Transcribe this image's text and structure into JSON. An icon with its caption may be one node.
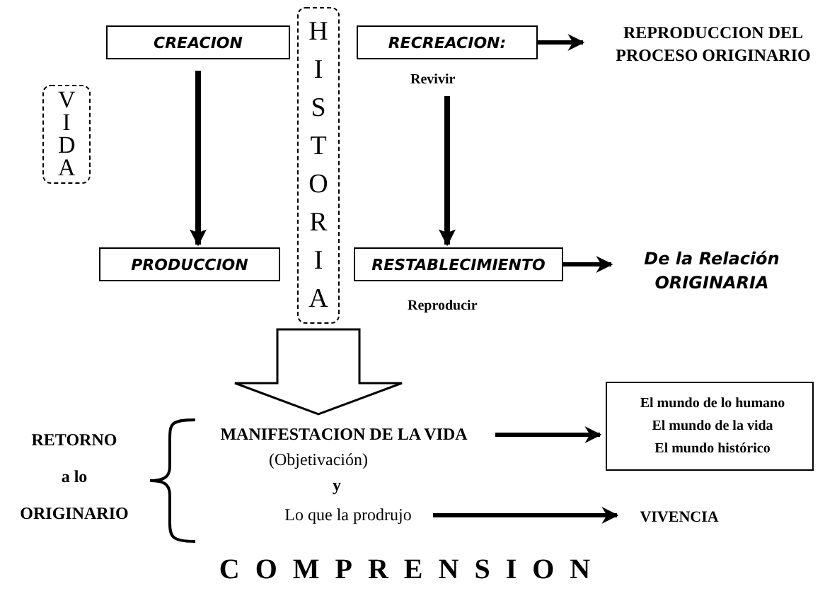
{
  "diagram": {
    "caption": "COMPRENSION",
    "nodes": [
      {
        "text": [
          "CREACION"
        ]
      },
      {
        "text": [
          "HISTORIA"
        ]
      },
      {
        "text": [
          "RECREACION:"
        ],
        "beside": [
          "Revivir"
        ]
      },
      {
        "text": [
          "REPRODUCCION DEL PROCESO ORIGINARIO"
        ]
      },
      {
        "text": [
          "VIDA"
        ]
      },
      {
        "text": [
          "PRODUCCION"
        ]
      },
      {
        "text": [
          "RESTABLECIMIENTO"
        ],
        "beside": [
          "Reproducir"
        ]
      },
      {
        "text": [
          "De la Relación ORIGINARIA"
        ]
      },
      {
        "text": [
          "RETORNO",
          "a lo",
          "ORIGINARIO"
        ]
      },
      {
        "text": [
          "MANIFESTACION DE LA VIDA"
        ]
      },
      {
        "text": [
          "El mundo de lo humano",
          "El mundo de la vida",
          "El mundo histórico"
        ]
      },
      {
        "text": [
          "Lo que la prodrujo"
        ]
      },
      {
        "text": [
          "VIVENCIA"
        ]
      }
    ],
    "edges": [
      {
        "from": 0,
        "to": 5,
        "arrow": "to"
      },
      {
        "from": 2,
        "to": 6,
        "arrow": "to"
      },
      {
        "from": 2,
        "to": 3,
        "arrow": "to"
      },
      {
        "from": 6,
        "to": 7,
        "arrow": "to"
      },
      {
        "from": 1,
        "to": 9,
        "arrow": "to"
      },
      {
        "from": 9,
        "to": 10,
        "arrow": "to"
      },
      {
        "from": 11,
        "to": 12,
        "arrow": "to"
      }
    ],
    "labels": [
      "(Objetivación)",
      "y"
    ]
  }
}
